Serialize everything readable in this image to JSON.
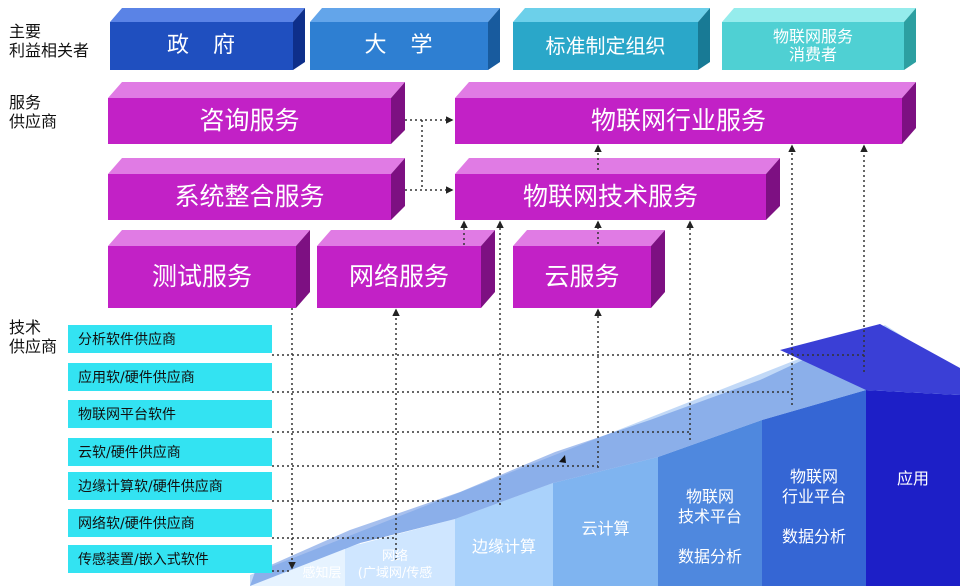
{
  "row_labels": {
    "stakeholders": [
      "主要",
      "利益相关者"
    ],
    "service_providers": [
      "服务",
      "供应商"
    ],
    "tech_providers": [
      "技术",
      "供应商"
    ]
  },
  "stakeholders": [
    "政　府",
    "大　学",
    "标准制定组织",
    "物联网服务\n消费者"
  ],
  "services": {
    "consulting": "咨询服务",
    "iot_industry": "物联网行业服务",
    "integration": "系统整合服务",
    "iot_tech": "物联网技术服务",
    "testing": "测试服务",
    "network": "网络服务",
    "cloud": "云服务"
  },
  "tech_providers": [
    "分析软件供应商",
    "应用软/硬件供应商",
    "物联网平台软件",
    "云软/硬件供应商",
    "边缘计算软/硬件供应商",
    "网络软/硬件供应商",
    "传感装置/嵌入式软件"
  ],
  "stack_layers": [
    "感知层",
    "网络\n(广域网/传感",
    "边缘计算",
    "云计算",
    "物联网\n技术平台\n\n数据分析",
    "物联网\n行业平台\n\n数据分析",
    "应用"
  ],
  "colors": {
    "stakeholder_gov": "#1f4fbf",
    "stakeholder_univ": "#2e7fd2",
    "stakeholder_std": "#2aa7c9",
    "stakeholder_consumer": "#4fd0d3",
    "service_magenta": "#c221c6",
    "tech_cyan": "#33e3f2",
    "stack_dark": "#1d1fc7"
  }
}
